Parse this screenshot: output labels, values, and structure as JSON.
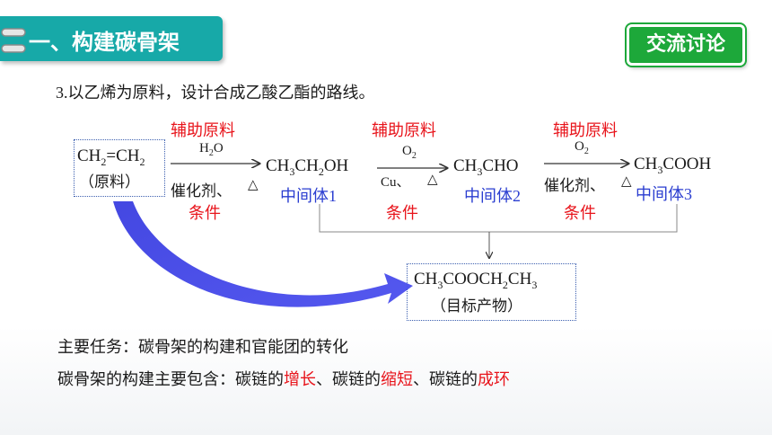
{
  "header": {
    "section_title": "一、构建碳骨架",
    "badge": "交流讨论"
  },
  "question": {
    "number": "3.",
    "text": "以乙烯为原料，设计合成乙酸乙酯的路线。"
  },
  "start": {
    "note": "（原料）"
  },
  "steps": [
    {
      "aux": "辅助原料",
      "reagent_top": "H₂O",
      "cond": "催化剂、",
      "cond2": "条件",
      "heat": "△"
    },
    {
      "aux": "辅助原料",
      "reagent_top": "O₂",
      "cond": "Cu、",
      "heat": "△"
    },
    {
      "aux": "辅助原料",
      "reagent_top": "O₂",
      "cond": "催化剂、",
      "cond2": "条件",
      "heat": "△"
    }
  ],
  "intermediates": [
    {
      "label": "中间体",
      "num": "1"
    },
    {
      "label": "中间体",
      "num": "2"
    },
    {
      "label": "中间体",
      "num": "3"
    }
  ],
  "product": {
    "note": "（目标产物）"
  },
  "bottom": {
    "line1": "主要任务：碳骨架的构建和官能团的转化",
    "line2_prefix": "碳骨架的构建主要包含：碳链的",
    "w1": "增长",
    "sep1": "、碳链的",
    "w2": "缩短",
    "sep2": "、碳链的",
    "w3": "成环"
  },
  "colors": {
    "accent": "#17a9a8",
    "badge": "#1da83a",
    "red": "#e8141b",
    "blue": "#2a3dd0"
  }
}
